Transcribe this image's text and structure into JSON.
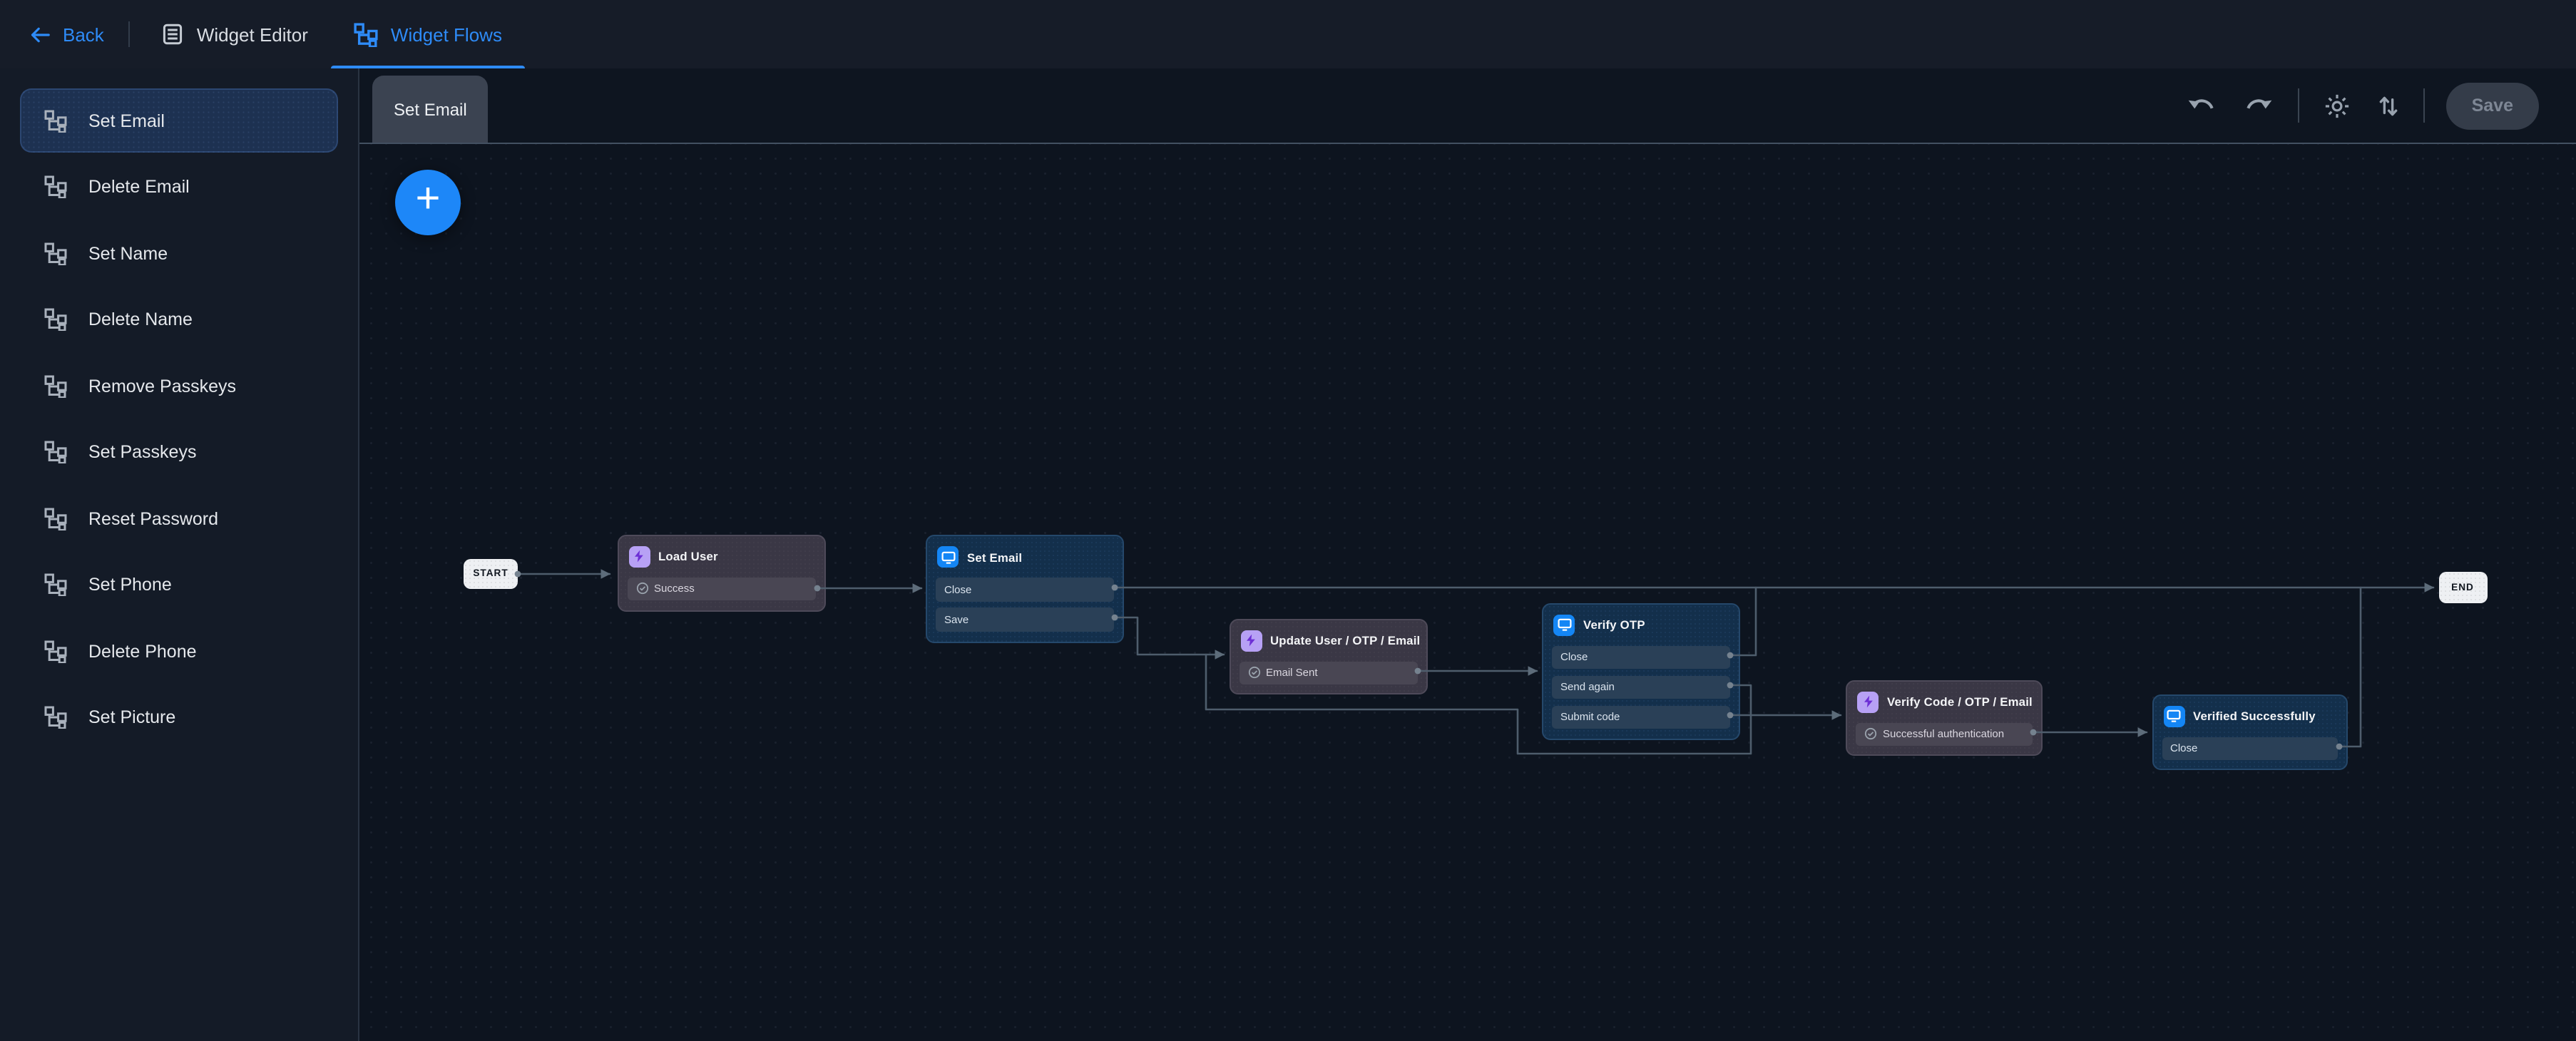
{
  "topbar": {
    "back_label": "Back",
    "tabs": [
      {
        "label": "Widget Editor",
        "active": false
      },
      {
        "label": "Widget Flows",
        "active": true
      }
    ]
  },
  "sidebar": {
    "items": [
      {
        "label": "Set Email",
        "selected": true
      },
      {
        "label": "Delete Email",
        "selected": false
      },
      {
        "label": "Set Name",
        "selected": false
      },
      {
        "label": "Delete Name",
        "selected": false
      },
      {
        "label": "Remove Passkeys",
        "selected": false
      },
      {
        "label": "Set Passkeys",
        "selected": false
      },
      {
        "label": "Reset Password",
        "selected": false
      },
      {
        "label": "Set Phone",
        "selected": false
      },
      {
        "label": "Delete Phone",
        "selected": false
      },
      {
        "label": "Set Picture",
        "selected": false
      }
    ]
  },
  "canvas": {
    "tab_label": "Set Email",
    "toolbar": {
      "save_label": "Save"
    },
    "add_button": "+",
    "start_label": "START",
    "end_label": "END"
  },
  "flow": {
    "nodes": [
      {
        "id": "load-user",
        "kind": "action",
        "icon": "lightning",
        "title": "Load User",
        "rows": [
          {
            "label": "Success",
            "check": true
          }
        ]
      },
      {
        "id": "set-email",
        "kind": "screen",
        "icon": "screen",
        "title": "Set Email",
        "rows": [
          {
            "label": "Close",
            "check": false
          },
          {
            "label": "Save",
            "check": false
          }
        ]
      },
      {
        "id": "update-user",
        "kind": "action",
        "icon": "lightning",
        "title": "Update User / OTP / Email",
        "rows": [
          {
            "label": "Email Sent",
            "check": true
          }
        ]
      },
      {
        "id": "verify-otp",
        "kind": "screen",
        "icon": "screen",
        "title": "Verify OTP",
        "rows": [
          {
            "label": "Close",
            "check": false
          },
          {
            "label": "Send again",
            "check": false
          },
          {
            "label": "Submit code",
            "check": false
          }
        ]
      },
      {
        "id": "verify-code",
        "kind": "action",
        "icon": "lightning",
        "title": "Verify Code / OTP / Email",
        "rows": [
          {
            "label": "Successful authentication",
            "check": true
          }
        ]
      },
      {
        "id": "verified-successfully",
        "kind": "screen",
        "icon": "screen",
        "title": "Verified Successfully",
        "rows": [
          {
            "label": "Close",
            "check": false
          }
        ]
      }
    ],
    "connections": [
      {
        "from": "START",
        "to": "load-user"
      },
      {
        "from": "load-user.Success",
        "to": "set-email"
      },
      {
        "from": "set-email.Close",
        "to": "END"
      },
      {
        "from": "set-email.Save",
        "to": "update-user"
      },
      {
        "from": "update-user.Email Sent",
        "to": "verify-otp"
      },
      {
        "from": "verify-otp.Close",
        "to": "END"
      },
      {
        "from": "verify-otp.Send again",
        "to": "update-user"
      },
      {
        "from": "verify-otp.Submit code",
        "to": "verify-code"
      },
      {
        "from": "verify-code.Successful authentication",
        "to": "verified-successfully"
      },
      {
        "from": "verified-successfully.Close",
        "to": "END"
      }
    ],
    "colors": {
      "accent_blue": "#2e8bf7",
      "action_node": "#3a3745",
      "action_icon": "#b7a1f5",
      "screen_node": "#132f4b",
      "screen_icon": "#1486f5",
      "wire": "#4e5d6c"
    }
  }
}
